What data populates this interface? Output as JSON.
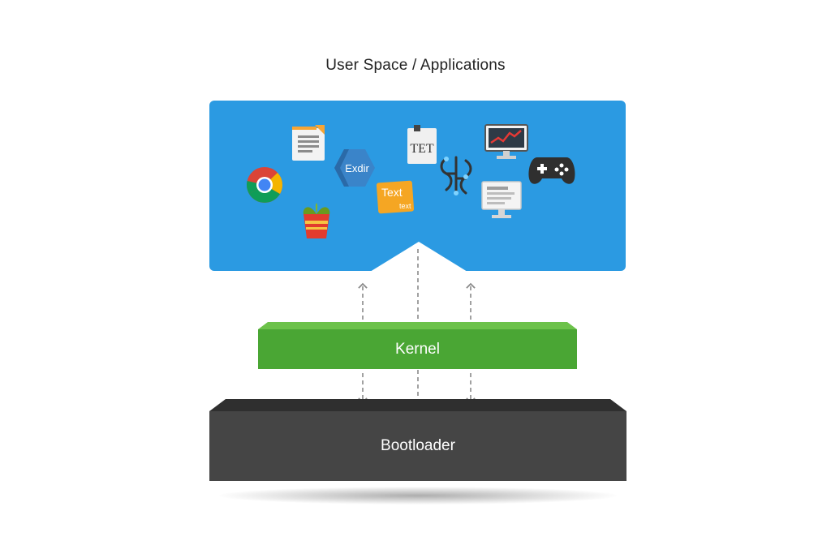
{
  "title": "User Space / Applications",
  "kernel_label": "Kernel",
  "bootloader_label": "Bootloader",
  "app_icons": {
    "exdir_label": "Exdir",
    "text_note_label": "Text",
    "text_note_sub": "text",
    "tet_label": "TET"
  },
  "colors": {
    "user_space": "#2b9ae2",
    "kernel": "#4aa634",
    "bootloader": "#454545",
    "connector": "#8a8a8a"
  }
}
